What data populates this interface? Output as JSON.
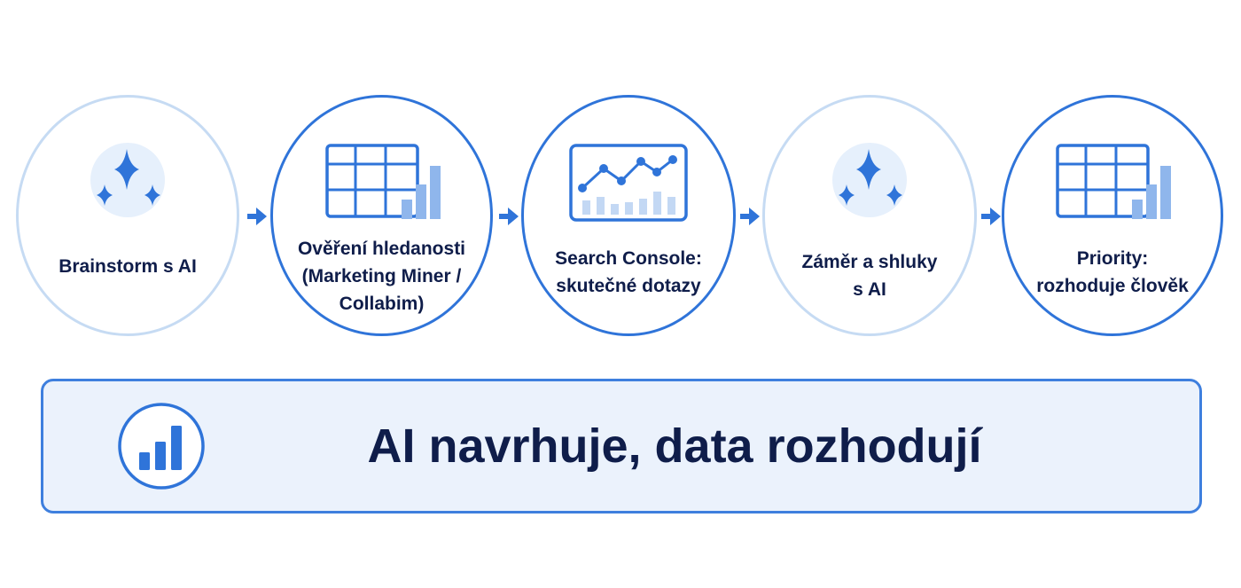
{
  "steps": [
    {
      "label_lines": [
        "Brainstorm s AI"
      ],
      "icon": "sparkles-icon"
    },
    {
      "label_lines": [
        "Ověření hledanosti",
        "(Marketing Miner /",
        "Collabim)"
      ],
      "icon": "table-bar-chart-icon"
    },
    {
      "label_lines": [
        "Search Console:",
        "skutečné dotazy"
      ],
      "icon": "line-chart-icon"
    },
    {
      "label_lines": [
        "Záměr a shluky",
        "s AI"
      ],
      "icon": "sparkles-icon"
    },
    {
      "label_lines": [
        "Priority:",
        "rozhoduje člověk"
      ],
      "icon": "table-bar-chart-icon"
    }
  ],
  "banner": {
    "title": "AI navrhuje, data rozhodují",
    "icon": "bar-chart-icon"
  },
  "colors": {
    "primary": "#2f74d9",
    "light_accent": "#c6dbf3",
    "banner_bg": "#ebf2fc",
    "text": "#0f1d4a"
  }
}
